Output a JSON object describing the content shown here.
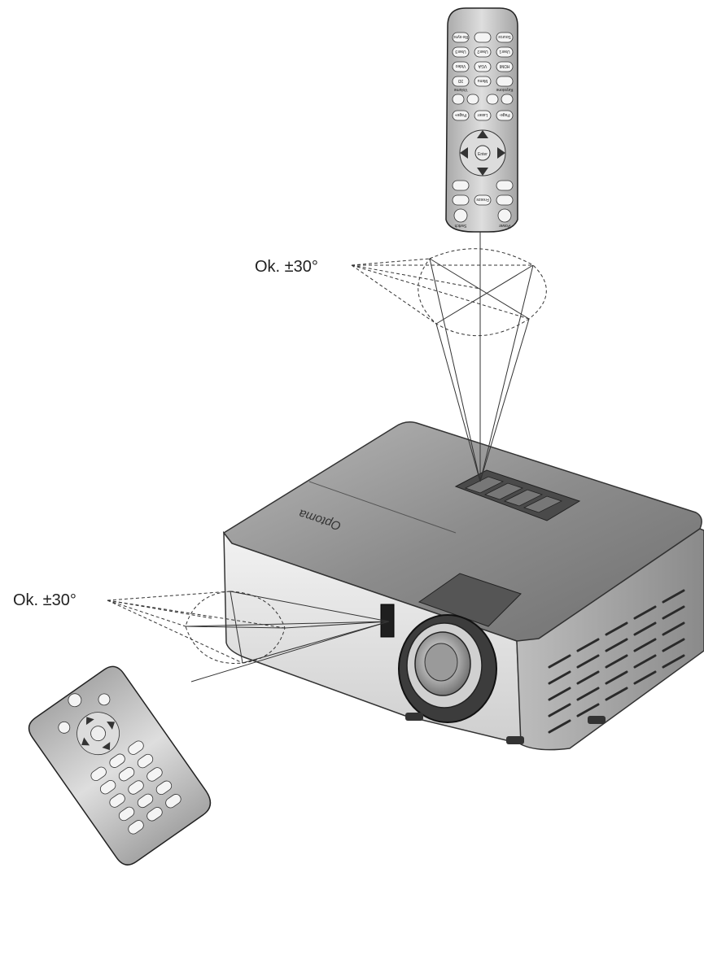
{
  "labels": {
    "angle_top": "Ok. ±30°",
    "angle_left": "Ok. ±30°"
  },
  "projector": {
    "brand": "Optoma"
  },
  "remote_top": {
    "buttons": {
      "power": "Power",
      "switch": "Switch",
      "freeze": "Freeze",
      "laser": "Laser",
      "page_minus": "Page-",
      "page_plus": "Page+",
      "enter": "Enter",
      "menu": "Menu",
      "volume": "Volume",
      "keystone": "Keystone",
      "hdmi": "HDMI",
      "vga": "VGA",
      "video": "Video",
      "user1": "User1",
      "user2": "User2",
      "user3": "User3",
      "source": "Source",
      "resync": "Re-sync",
      "3d": "3D"
    }
  },
  "colors": {
    "line": "#333333",
    "remote_body": "#c9c9c9",
    "projector_top": "#8f8f8f",
    "projector_front": "#e2e2e2"
  }
}
